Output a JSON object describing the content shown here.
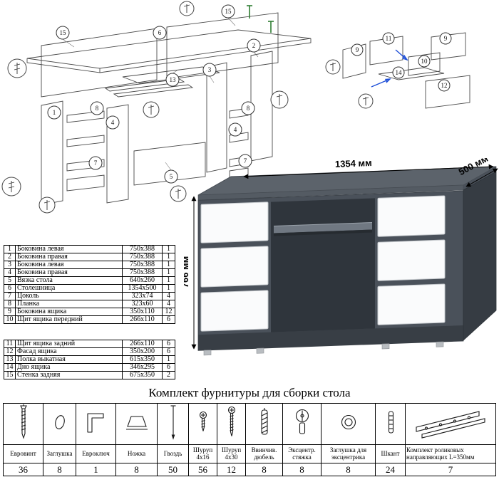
{
  "colors": {
    "desk_top": "#5c636b",
    "desk_front": "#4a515a",
    "desk_side": "#363c43",
    "drawer_front": "#fafbfc",
    "arrow_blue": "#1d4ed8"
  },
  "desk_diagram": {
    "callouts": [
      "15",
      "6",
      "15",
      "2",
      "13",
      "1",
      "8",
      "4",
      "8",
      "4",
      "7",
      "7",
      "3",
      "5"
    ]
  },
  "drawer_diagram": {
    "callouts": [
      "11",
      "9",
      "9",
      "10",
      "14",
      "12"
    ]
  },
  "render": {
    "width_label": "1354 мм",
    "depth_label": "500 мм",
    "height_label": "766 мм"
  },
  "parts": {
    "rows": [
      {
        "num": "1",
        "name": "Боковина левая",
        "size": "750х388",
        "qty": "1"
      },
      {
        "num": "2",
        "name": "Боковина правая",
        "size": "750х388",
        "qty": "1"
      },
      {
        "num": "3",
        "name": "Боковина левая",
        "size": "750х388",
        "qty": "1"
      },
      {
        "num": "4",
        "name": "Боковина правая",
        "size": "750х388",
        "qty": "1"
      },
      {
        "num": "5",
        "name": "Вязка стола",
        "size": "640х260",
        "qty": "1"
      },
      {
        "num": "6",
        "name": "Столешница",
        "size": "1354х500",
        "qty": "1"
      },
      {
        "num": "7",
        "name": "Цоколь",
        "size": "323х74",
        "qty": "4"
      },
      {
        "num": "8",
        "name": "Планка",
        "size": "323х60",
        "qty": "4"
      },
      {
        "num": "9",
        "name": "Боковина ящика",
        "size": "350х110",
        "qty": "12"
      },
      {
        "num": "10",
        "name": "Щит ящика передний",
        "size": "266х110",
        "qty": "6"
      },
      {
        "num": "11",
        "name": "Щит ящика задний",
        "size": "266х110",
        "qty": "6"
      },
      {
        "num": "12",
        "name": "Фасад ящика",
        "size": "350х200",
        "qty": "6"
      },
      {
        "num": "13",
        "name": "Полка выкатная",
        "size": "615х350",
        "qty": "1"
      },
      {
        "num": "14",
        "name": "Дно ящика",
        "size": "346х295",
        "qty": "6"
      },
      {
        "num": "15",
        "name": "Стенка задняя",
        "size": "675х350",
        "qty": "2"
      }
    ]
  },
  "hardware": {
    "title": "Комплект фурнитуры для сборки стола",
    "items": [
      {
        "name": "Евровинт",
        "qty": "36",
        "icon": "confirmat-screw-icon"
      },
      {
        "name": "Заглушка",
        "qty": "8",
        "icon": "plug-icon"
      },
      {
        "name": "Евроключ",
        "qty": "1",
        "icon": "hex-key-icon"
      },
      {
        "name": "Ножка",
        "qty": "8",
        "icon": "foot-icon"
      },
      {
        "name": "Гвоздь",
        "qty": "50",
        "icon": "nail-icon"
      },
      {
        "name": "Шуруп 4х16",
        "qty": "56",
        "icon": "screw-short-icon"
      },
      {
        "name": "Шуруп 4х30",
        "qty": "12",
        "icon": "screw-long-icon"
      },
      {
        "name": "Ввинчив. дюбель",
        "qty": "8",
        "icon": "screw-in-dowel-icon"
      },
      {
        "name": "Эксцентр. стяжка",
        "qty": "8",
        "icon": "cam-lock-icon"
      },
      {
        "name": "Заглушка для эксцентрика",
        "qty": "8",
        "icon": "cam-cap-icon"
      },
      {
        "name": "Шкант",
        "qty": "24",
        "icon": "wood-dowel-icon"
      },
      {
        "name": "Комплект роликовых направляющих L=350мм",
        "qty": "7",
        "icon": "roller-guides-icon"
      }
    ]
  }
}
